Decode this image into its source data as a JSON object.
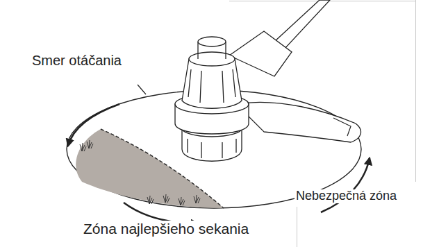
{
  "diagram": {
    "labels": [
      "Smer otáčania",
      "Nebezpečná zóna",
      "Zóna najlepšieho sekania"
    ]
  }
}
